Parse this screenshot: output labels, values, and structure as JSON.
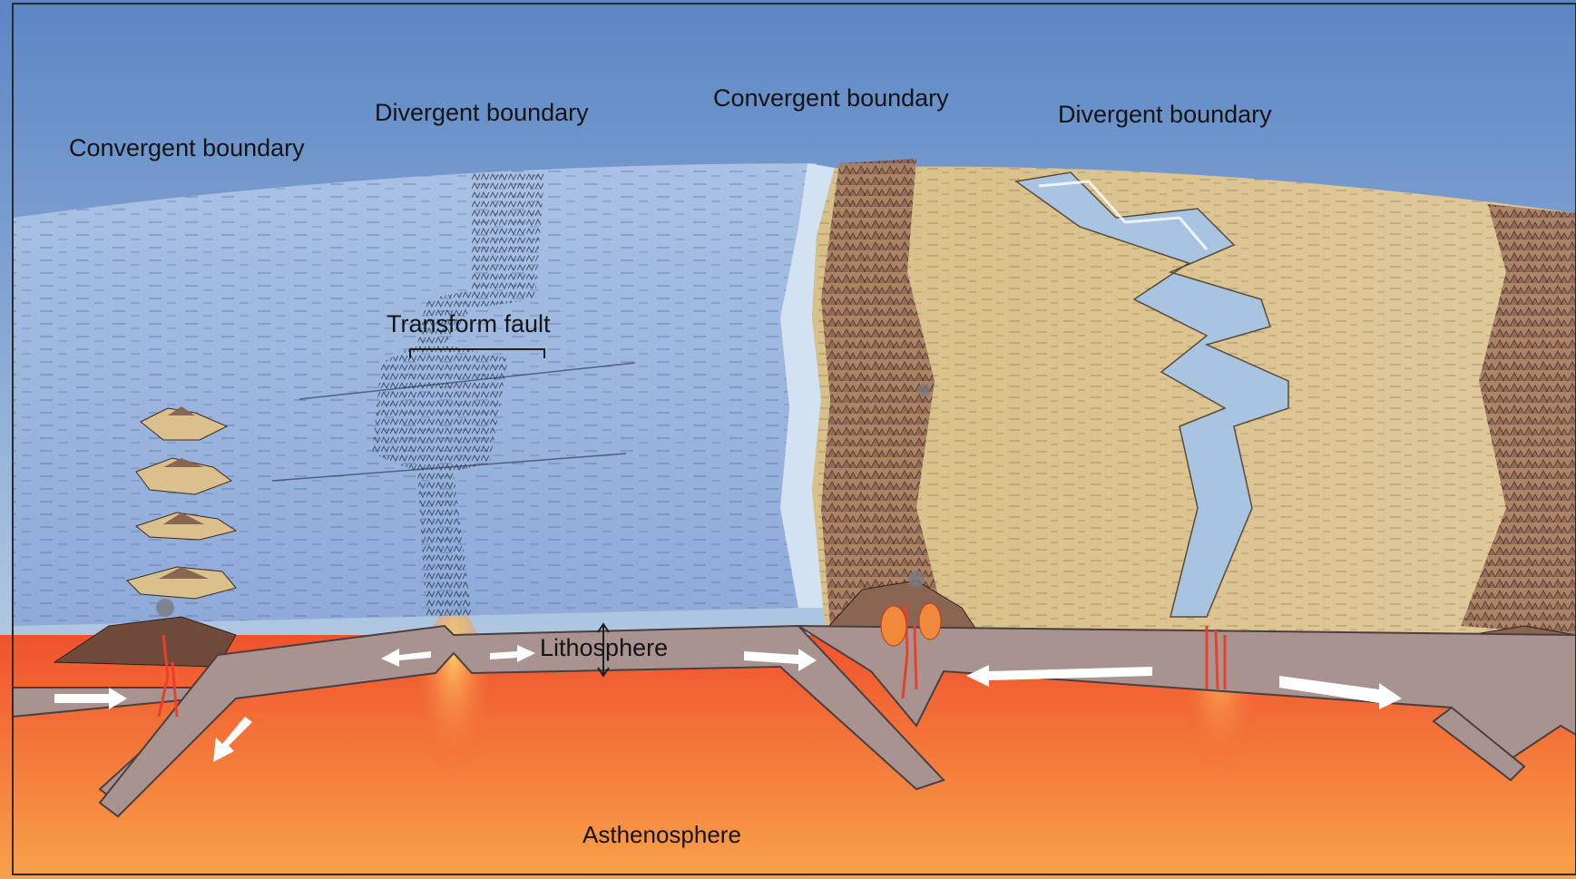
{
  "labels": {
    "convergent_left": "Convergent boundary",
    "divergent_1": "Divergent boundary",
    "convergent_mid": "Convergent boundary",
    "divergent_2": "Divergent boundary",
    "transform_fault": "Transform fault",
    "lithosphere": "Lithosphere",
    "asthenosphere": "Asthenosphere"
  },
  "colors": {
    "sky_top": "#5b86c4",
    "sky_bottom": "#c9dcec",
    "ocean": "#90aedb",
    "ocean_dark": "#6f93cc",
    "land": "#d9c08d",
    "mountain": "#8a6552",
    "plate": "#a89390",
    "plate_edge": "#4a3f3f",
    "asthenosphere": "#f2703a",
    "asthenosphere_light": "#f7a24a",
    "magma": "#e8412a",
    "arrow": "#ffffff"
  }
}
